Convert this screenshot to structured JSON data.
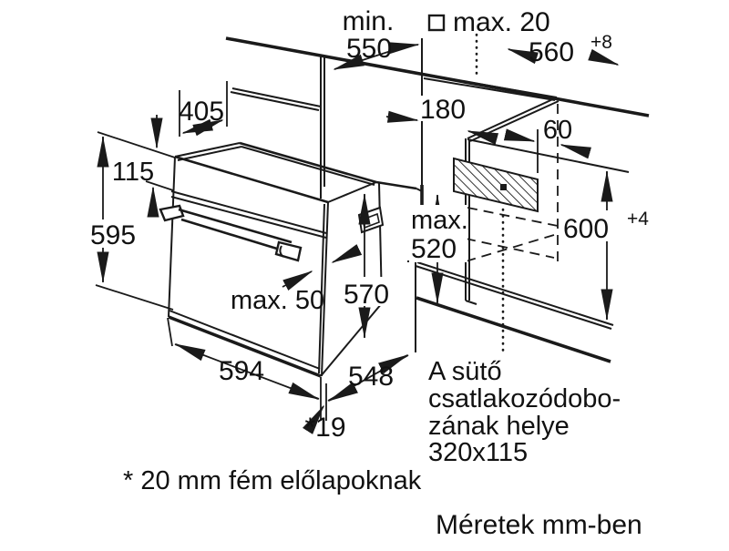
{
  "page": {
    "background": "#ffffff",
    "line_color": "#1a1a1a",
    "description": "Built-in oven installation diagram"
  },
  "dims": {
    "min_word": "min.",
    "min_depth": "550",
    "worktop_thickness": "max. 20",
    "niche_width": "560",
    "niche_width_tol": "+8",
    "oven_top_depth": "405",
    "panel_height": "115",
    "oven_height": "595",
    "box_offset_h": "180",
    "box_offset_v": "60",
    "niche_height": "600",
    "niche_height_tol": "+4",
    "max_word": "max.",
    "under_counter_clearance": "520",
    "handle_protrusion": "max. 50",
    "body_height": "570",
    "oven_width": "594",
    "body_depth": "548",
    "front_gap": "*19"
  },
  "notes": {
    "connection_line1": "A sütő",
    "connection_line2": "csatlakozódobo-",
    "connection_line3": "zának helye",
    "connection_line4": "320x115",
    "footnote": "* 20 mm fém előlapoknak",
    "units": "Méretek mm-ben"
  }
}
